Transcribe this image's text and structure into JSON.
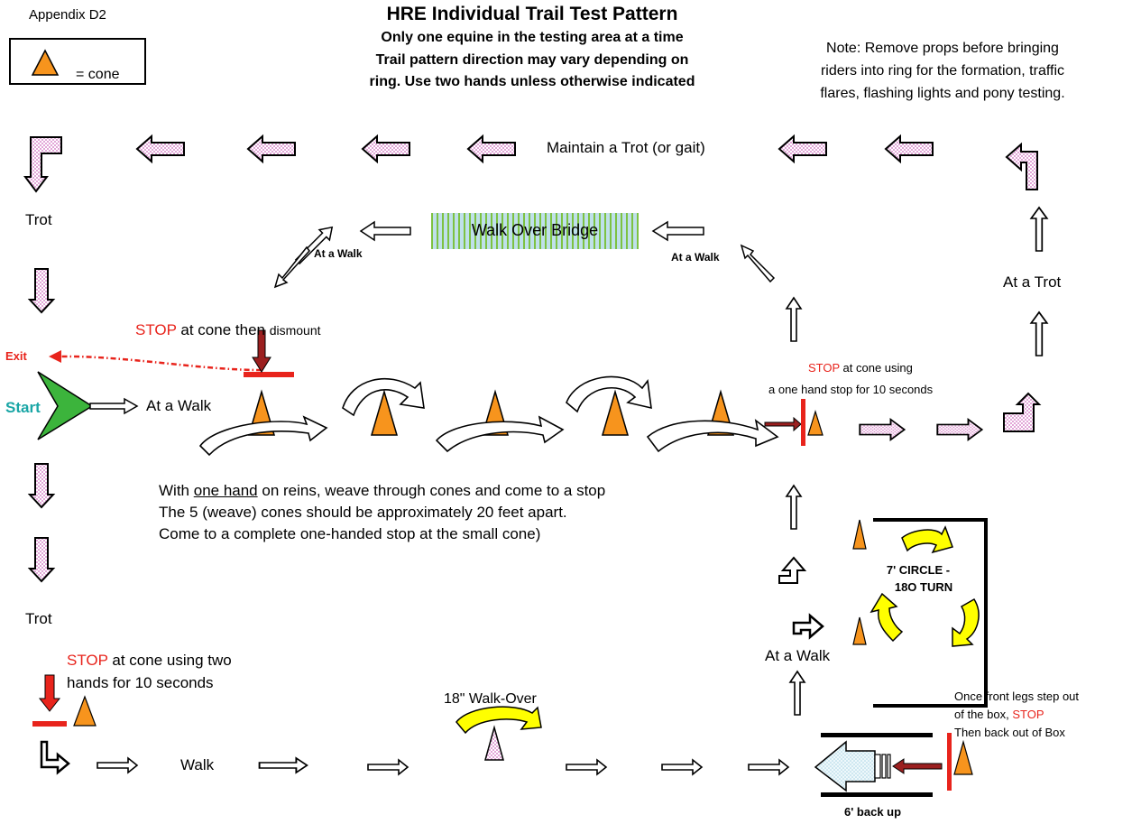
{
  "appendix": "Appendix D2",
  "legend": {
    "label": "= cone"
  },
  "header": {
    "title": "HRE Individual Trail Test Pattern",
    "line1": "Only one equine in the testing area at a time",
    "line2": "Trail pattern direction may vary depending on",
    "line3": "ring. Use two hands unless otherwise indicated"
  },
  "note": {
    "line1": "Note: Remove props before bringing",
    "line2": "riders into ring for the formation, traffic",
    "line3": "flares, flashing lights and pony testing."
  },
  "top_row": {
    "label": "Maintain a Trot (or gait)"
  },
  "bridge": {
    "label": "Walk Over Bridge",
    "walk_left": "At a Walk",
    "walk_right": "At a Walk"
  },
  "left_col": {
    "trot_top": "Trot",
    "trot_bottom": "Trot"
  },
  "right_col": {
    "trot": "At a Trot"
  },
  "start": {
    "exit": "Exit",
    "start": "Start",
    "walk": "At a Walk"
  },
  "dismount": {
    "stop": "STOP",
    "mid": " at cone ",
    "then": " then ",
    "dismount": "dismount"
  },
  "one_hand_stop": {
    "stop": "STOP",
    "rest": " at cone using",
    "line2": "a one hand stop for 10 seconds"
  },
  "weave": {
    "prefix": "With ",
    "underlined": "one hand",
    "rest": " on reins, weave through cones and come to a stop",
    "line2": "The 5 (weave) cones should be approximately 20 feet apart.",
    "line3": "Come to a complete one-handed stop at the small cone)"
  },
  "circle": {
    "line1": "7' CIRCLE -",
    "line2": "18O TURN"
  },
  "box_walk": {
    "label": "At a Walk"
  },
  "two_hand_stop": {
    "stop": "STOP",
    "rest": " at cone using two",
    "line2": "hands for 10 seconds"
  },
  "bottom_row": {
    "walk": "Walk",
    "walkover": "18\" Walk-Over"
  },
  "backup": {
    "line1": "Once front legs step out",
    "line2a": "of the box, ",
    "line2b": "STOP",
    "line3": "Then back out of Box",
    "label": "6' back up"
  },
  "colors": {
    "cone": "#f7941d",
    "stop_red": "#e8241c",
    "start_green": "#3cb43c",
    "pink": "#f4c6e8",
    "yellow": "#ffff00",
    "bridge_green": "#7dc242",
    "bridge_blue": "#bfe0ea"
  }
}
